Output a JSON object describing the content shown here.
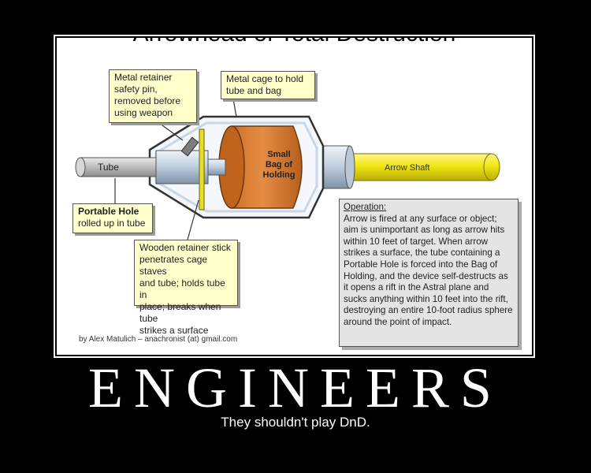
{
  "diagram": {
    "title_partial": "Arrowhead of Total Destruction",
    "labels": {
      "tube": "Tube",
      "bag": "Small\nBag of\nHolding",
      "arrow_shaft": "Arrow Shaft"
    },
    "callouts": {
      "safety_pin": "Metal retainer\nsafety pin,\nremoved before\nusing weapon",
      "cage": "Metal cage to hold\ntube and bag",
      "portable_hole_title": "Portable Hole",
      "portable_hole_rest": "rolled up in tube",
      "stick": "Wooden retainer stick\npenetrates cage staves\nand tube; holds tube in\nplace; breaks when tube\nstrikes a surface"
    },
    "operation": {
      "title": "Operation:",
      "text": "Arrow is fired at any surface or object; aim is unimportant as long as arrow hits within 10 feet of target. When arrow strikes a surface, the tube containing a Portable Hole is forced into the Bag of Holding, and the device self-destructs as it opens a rift in the Astral plane and sucks anything within 10 feet into the rift, destroying an entire 10-foot radius sphere around the point of impact."
    },
    "credit": "by Alex Matulich – anachronist (at) gmail.com"
  },
  "poster": {
    "headline": "ENGINEERS",
    "subline": "They shouldn't play DnD."
  },
  "colors": {
    "background": "#000000",
    "callout_fill": "#ffffcc",
    "bag": "#d87a33",
    "shaft": "#f2ea10",
    "metal": "#c5d3e3"
  }
}
